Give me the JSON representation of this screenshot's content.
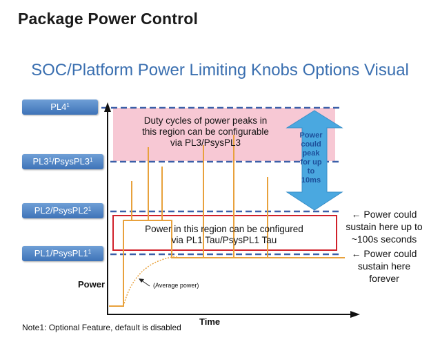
{
  "page_title": "Package Power Control",
  "subtitle": "SOC/Platform Power Limiting Knobs Options Visual",
  "levels": [
    {
      "id": "pl4",
      "base": "PL4",
      "sup": "1"
    },
    {
      "id": "pl3",
      "base": "PL3",
      "sup": "1",
      "base2": "/PsysPL3",
      "sup2": "1"
    },
    {
      "id": "pl2",
      "base": "PL2/PsysPL2",
      "sup": "1"
    },
    {
      "id": "pl1",
      "base": "PL1/PsysPL1",
      "sup": "1"
    }
  ],
  "regions": {
    "duty_cycle_text": [
      "Duty cycles of power peaks in",
      "this region can be configurable",
      "via PL3/PsysPL3"
    ],
    "pl1_region_text": [
      "Power in this region can be configured",
      "via PL1 Tau/PsysPL1 Tau"
    ]
  },
  "arrow_text": [
    "Power",
    "could",
    "peak",
    "for up",
    "to",
    "10ms"
  ],
  "side_notes": {
    "pl2_note": [
      "← Power could",
      "sustain here up to",
      "~100s seconds"
    ],
    "pl1_note": [
      "← Power could",
      "sustain here",
      "forever"
    ]
  },
  "axis": {
    "y_label": "Power",
    "x_label": "Time"
  },
  "average_label": "(Average power)",
  "note": "Note1: Optional Feature, default is disabled",
  "colors": {
    "label_blue": "#3e73b8",
    "subtitle_blue": "#3a6fb0",
    "dashed_line": "#3b5fa8",
    "pink_region": "#f7c8d4",
    "red_box": "#d0202a",
    "power_trace": "#e8a13c",
    "arrow_fill": "#4aa8e0"
  }
}
